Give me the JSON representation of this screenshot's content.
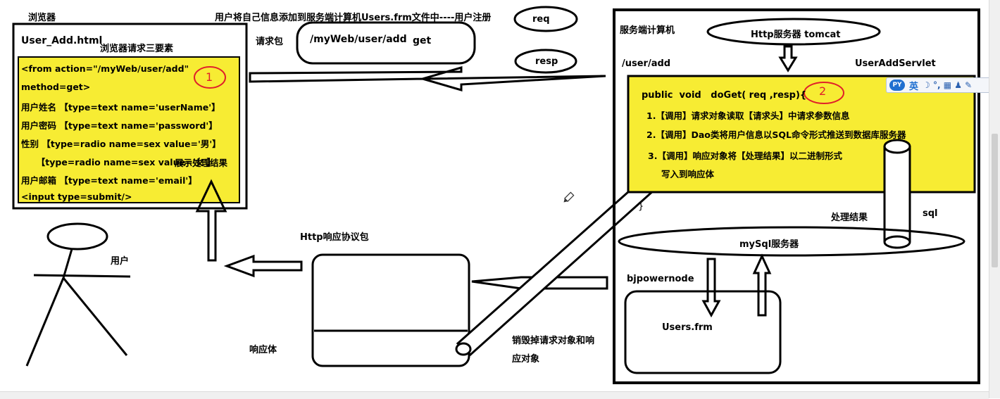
{
  "header": {
    "browser_label": "浏览器",
    "title": "用户将自己信息添加到服务端计算机Users.frm文件中----用户注册",
    "req_label": "req",
    "resp_label": "resp"
  },
  "html_page": {
    "file_name": "User_Add.html",
    "three_elements": "浏览器请求三要素",
    "lines": [
      "<from action=\"/myWeb/user/add\"",
      "method=get>",
      "用户姓名 【type=text name='userName'】",
      "用户密码 【type=text name='password'】",
      "性别 【type=radio name=sex value='男'】",
      "     【type=radio name=sex value='女'】",
      "用户邮箱 【type=text name='email'】",
      "<input type=submit/>"
    ],
    "overlay_text": "展示处理结果",
    "annotation_1": "1"
  },
  "request_packet": {
    "label": "请求包",
    "path": "/myWeb/user/add",
    "method": "get"
  },
  "user": {
    "label": "用户"
  },
  "response_packet": {
    "label": "Http响应协议包",
    "body_label": "响应体"
  },
  "destroy_note": "销毁掉请求对象和响应对象",
  "server": {
    "title": "服务端计算机",
    "http_server": "Http服务器 tomcat",
    "path": "/user/add",
    "servlet": "UserAddServlet",
    "code_header": "public  void   doGet( req ,resp){",
    "annotation_2": "2",
    "steps": [
      "1.【调用】请求对象读取【请求头】中请求参数信息",
      "2.【调用】Dao类将用户信息以SQL命令形式推送到数据库服务器",
      "3.【调用】响应对象将【处理结果】以二进制形式",
      "写入到响应体"
    ],
    "closing_brace": "}",
    "result_label": "处理结果",
    "sql_label": "sql",
    "mysql": "mySql服务器",
    "db_name": "bjpowernode",
    "db_file": "Users.frm"
  },
  "ime_bar": {
    "logo": "PY",
    "lang": "英",
    "tools": "☽ °, ▦ ♟ ✎"
  }
}
